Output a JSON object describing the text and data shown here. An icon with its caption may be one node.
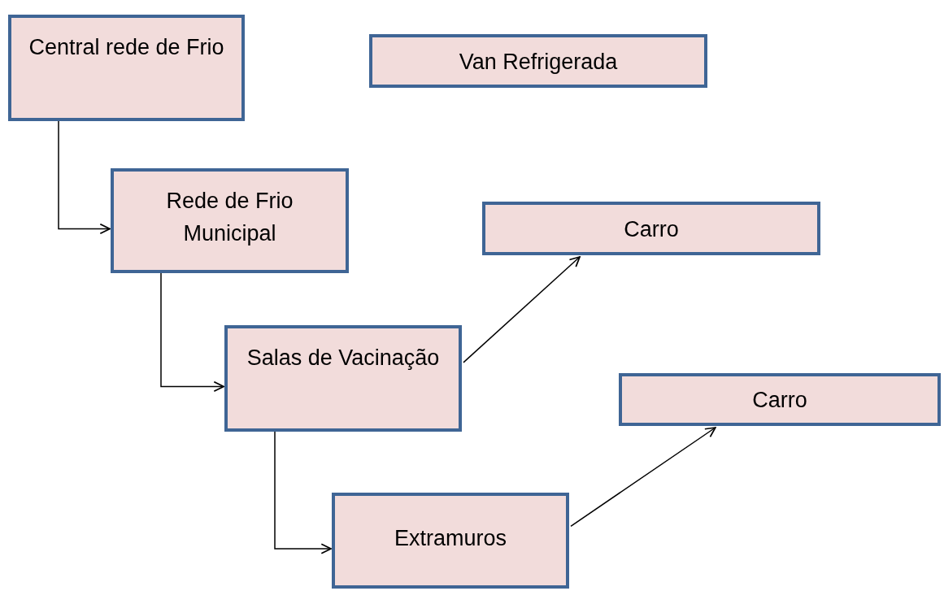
{
  "diagram": {
    "nodes": [
      {
        "text": [
          "Central rede de Frio"
        ]
      },
      {
        "text": [
          "Van Refrigerada"
        ]
      },
      {
        "text": [
          "Rede de Frio Municipal"
        ]
      },
      {
        "text": [
          "Carro"
        ]
      },
      {
        "text": [
          "Salas de Vacinação"
        ]
      },
      {
        "text": [
          "Carro"
        ]
      },
      {
        "text": [
          "Extramuros"
        ]
      }
    ],
    "edges": [
      {
        "from": 0,
        "to": 2,
        "arrow": "to"
      },
      {
        "from": 2,
        "to": 4,
        "arrow": "to"
      },
      {
        "from": 4,
        "to": 6,
        "arrow": "to"
      },
      {
        "from": 4,
        "to": 3,
        "arrow": "to"
      },
      {
        "from": 6,
        "to": 5,
        "arrow": "to"
      }
    ]
  }
}
